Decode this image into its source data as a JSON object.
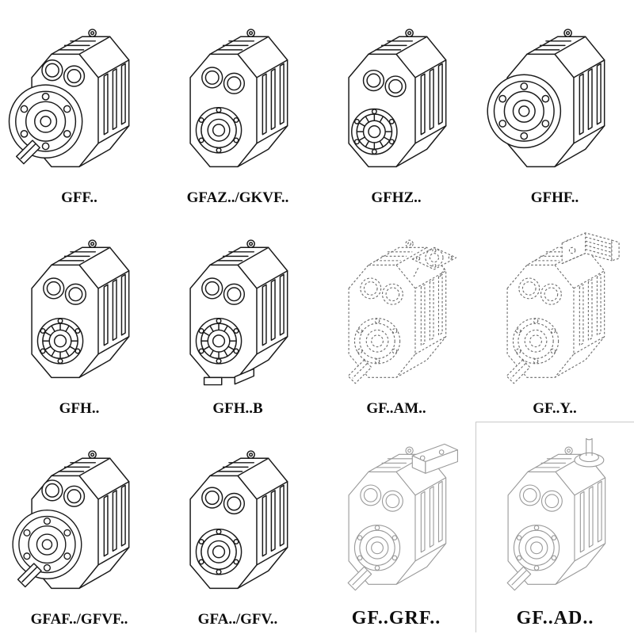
{
  "page": {
    "background": "#ffffff",
    "ink_color": "#1a1a1a",
    "dashed_color": "#6b6b6b",
    "light_color": "#9a9a9a",
    "description": "Catalog sheet of parallel-shaft helical gear reducer variants, 4x3 grid of isometric line drawings with model designations"
  },
  "cells": [
    {
      "label": "GFF..",
      "drawing": "gearbox-output-flange",
      "line_style": "solid"
    },
    {
      "label": "GFAZ../GKVF..",
      "drawing": "gearbox-hollow-shaft",
      "line_style": "solid"
    },
    {
      "label": "GFHZ..",
      "drawing": "gearbox-hollow-shaft-shrink",
      "line_style": "solid"
    },
    {
      "label": "GFHF..",
      "drawing": "gearbox-flange-face",
      "line_style": "solid"
    },
    {
      "label": "GFH..",
      "drawing": "gearbox-shaft-mounted",
      "line_style": "solid"
    },
    {
      "label": "GFH..B",
      "drawing": "gearbox-foot-mounted",
      "line_style": "solid"
    },
    {
      "label": "GF..AM..",
      "drawing": "gearbox-iec-motor-adapter",
      "line_style": "dashed"
    },
    {
      "label": "GF..Y..",
      "drawing": "gearbox-with-motor",
      "line_style": "dashed"
    },
    {
      "label": "GFAF../GFVF..",
      "drawing": "gearbox-flange-hollow",
      "line_style": "solid"
    },
    {
      "label": "GFA../GFV..",
      "drawing": "gearbox-hollow-shaft-2",
      "line_style": "solid"
    },
    {
      "label": "GF..GRF..",
      "drawing": "gearbox-bracket-mount",
      "line_style": "light"
    },
    {
      "label": "GF..AD..",
      "drawing": "gearbox-top-input-shaft",
      "line_style": "light"
    }
  ]
}
